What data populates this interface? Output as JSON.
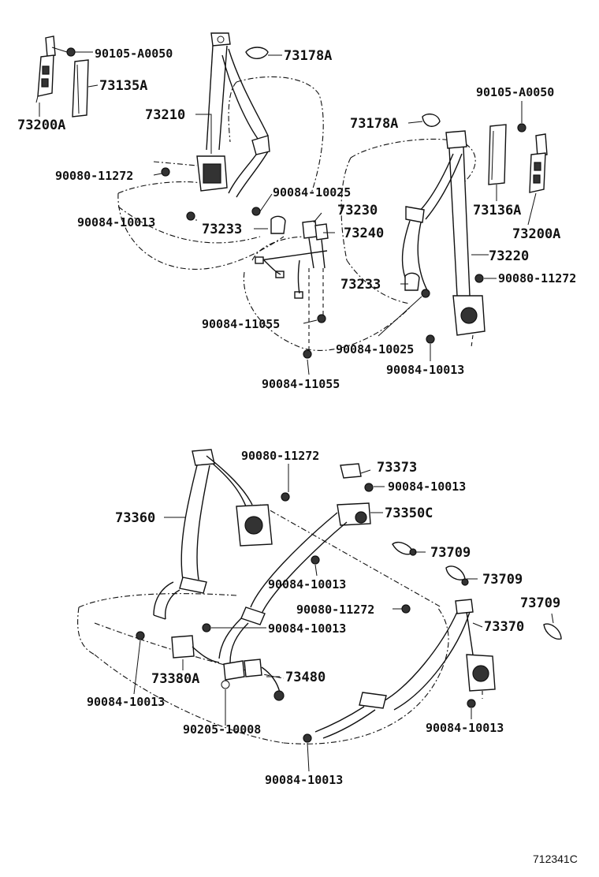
{
  "labels": {
    "l_90105_a": "90105-A0050",
    "l_73178a_a": "73178A",
    "l_73135a": "73135A",
    "l_73200a_a": "73200A",
    "l_73210": "73210",
    "l_90105_b": "90105-A0050",
    "l_73178a_b": "73178A",
    "l_90080_a": "90080-11272",
    "l_90084_10025_a": "90084-10025",
    "l_73230": "73230",
    "l_73136a": "73136A",
    "l_90084_10013_a": "90084-10013",
    "l_73233_a": "73233",
    "l_73240": "73240",
    "l_73200a_b": "73200A",
    "l_73220": "73220",
    "l_73233_b": "73233",
    "l_90080_b": "90080-11272",
    "l_90084_11055_a": "90084-11055",
    "l_90084_10025_b": "90084-10025",
    "l_90084_10013_b": "90084-10013",
    "l_90084_11055_b": "90084-11055",
    "l_90080_c": "90080-11272",
    "l_73373": "73373",
    "l_90084_10013_c": "90084-10013",
    "l_73360": "73360",
    "l_73350c": "73350C",
    "l_73709_a": "73709",
    "l_90084_10013_d": "90084-10013",
    "l_73709_b": "73709",
    "l_90080_d": "90080-11272",
    "l_73709_c": "73709",
    "l_90084_10013_e": "90084-10013",
    "l_73370": "73370",
    "l_73380a": "73380A",
    "l_73480": "73480",
    "l_90084_10013_f": "90084-10013",
    "l_90205": "90205-10008",
    "l_90084_10013_g": "90084-10013",
    "l_90084_10013_h": "90084-10013"
  },
  "diagram_code": "712341C"
}
